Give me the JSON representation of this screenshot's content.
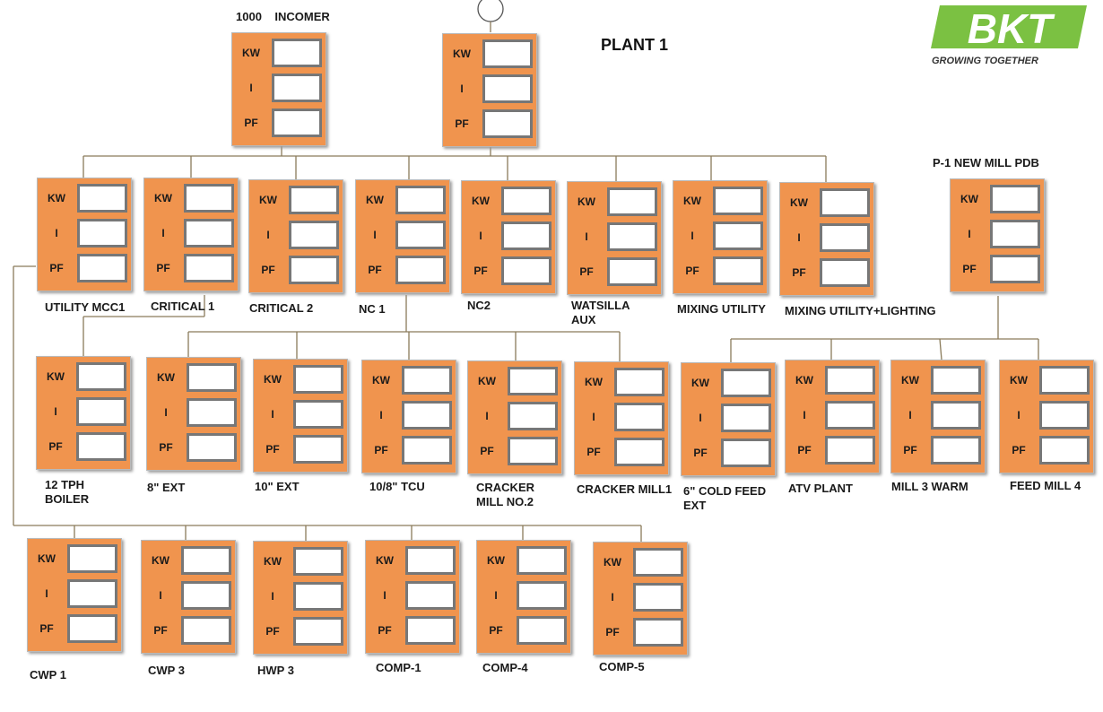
{
  "title": "PLANT 1",
  "logo": {
    "text": "BKT",
    "tagline": "GROWING TOGETHER",
    "color": "#7bc142"
  },
  "labels": {
    "kw": "KW",
    "i": "I",
    "pf": "PF"
  },
  "header": {
    "incomer": "1000    INCOMER",
    "new_mill": "P-1 NEW MILL PDB"
  },
  "feeders_row1": [
    "UTILITY MCC1",
    "CRITICAL 1",
    "CRITICAL 2",
    "NC 1",
    "NC2",
    "WATSILLA\nAUX",
    "MIXING UTILITY",
    "MIXING UTILITY+LIGHTING"
  ],
  "feeders_row2": [
    "12 TPH\nBOILER",
    "8\" EXT",
    "10\" EXT",
    "10/8\" TCU",
    "CRACKER\nMILL NO.2",
    "CRACKER MILL1",
    "6\" COLD FEED\nEXT",
    "ATV PLANT",
    "MILL 3 WARM",
    "FEED MILL 4"
  ],
  "feeders_row3": [
    "CWP 1",
    "CWP 3",
    "HWP 3",
    "COMP-1",
    "COMP-4",
    "COMP-5"
  ],
  "colors": {
    "panel": "#f0944e",
    "wire": "#8a7b5a"
  }
}
